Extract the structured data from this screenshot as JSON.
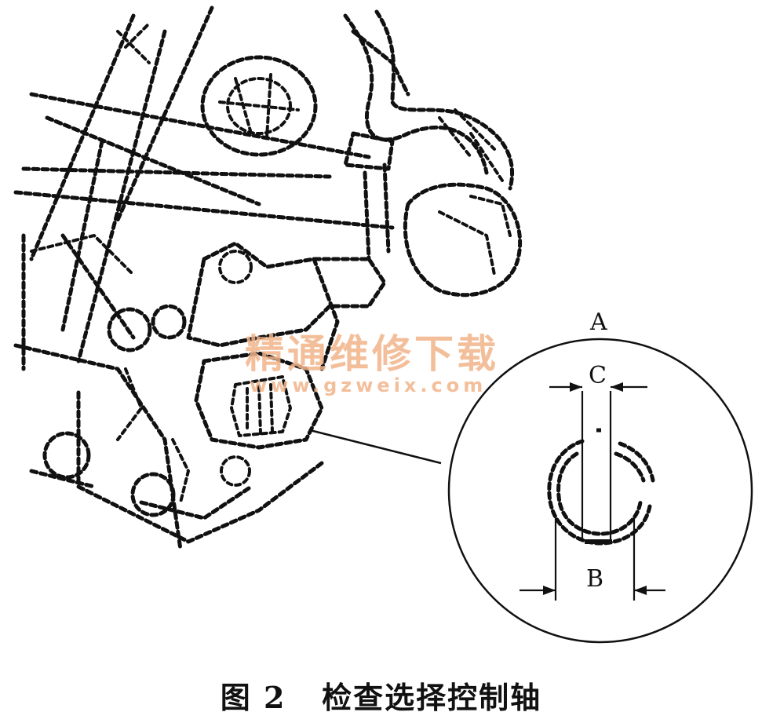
{
  "labels": {
    "a": "A",
    "b": "B",
    "c": "C"
  },
  "watermark": {
    "cn": "精通维修下载",
    "url": "www.gzweix.com"
  },
  "caption": {
    "number": "图 2",
    "title": "检查选择控制轴"
  }
}
